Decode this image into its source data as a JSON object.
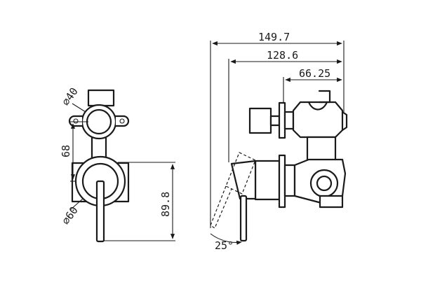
{
  "dimensions": {
    "top_diameter": "⌀40",
    "bottom_diameter": "⌀60",
    "center_spacing": "68",
    "vertical_height": "89.8",
    "overall_depth": "149.7",
    "body_depth": "128.6",
    "lower_depth": "66.25",
    "handle_angle": "25°"
  },
  "icons": {
    "arrowhead": "arrowhead-icon"
  },
  "colors": {
    "line": "#1a1a1a",
    "background": "#ffffff"
  }
}
